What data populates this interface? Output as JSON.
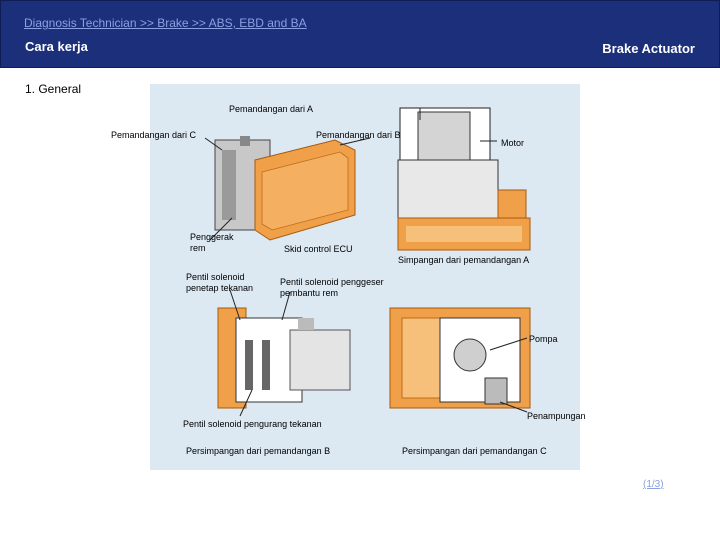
{
  "header": {
    "breadcrumb": "Diagnosis Technician >> Brake >> ABS, EBD and BA",
    "section": "Cara kerja",
    "topic": "Brake Actuator"
  },
  "content": {
    "heading": "1. General",
    "labels": {
      "view_a": "Pemandangan dari A",
      "view_c": "Pemandangan dari C",
      "view_b": "Pemandangan dari B",
      "motor": "Motor",
      "brake_actuator": "Penggerak\nrem",
      "skid_ecu": "Skid control ECU",
      "cross_section_a": "Simpangan dari pemandangan A",
      "pressure_holding": "Pentil solenoid\npenetap tekanan",
      "brake_assist": "Pentil solenoid penggeser\npembantu rem",
      "pump": "Pompa",
      "pressure_reducing": "Pentil solenoid pengurang tekanan",
      "reservoir": "Penampungan",
      "cross_section_b": "Persimpangan dari pemandangan B",
      "cross_section_c": "Persimpangan dari pemandangan C"
    }
  },
  "footer": {
    "page": "(1/3)"
  }
}
